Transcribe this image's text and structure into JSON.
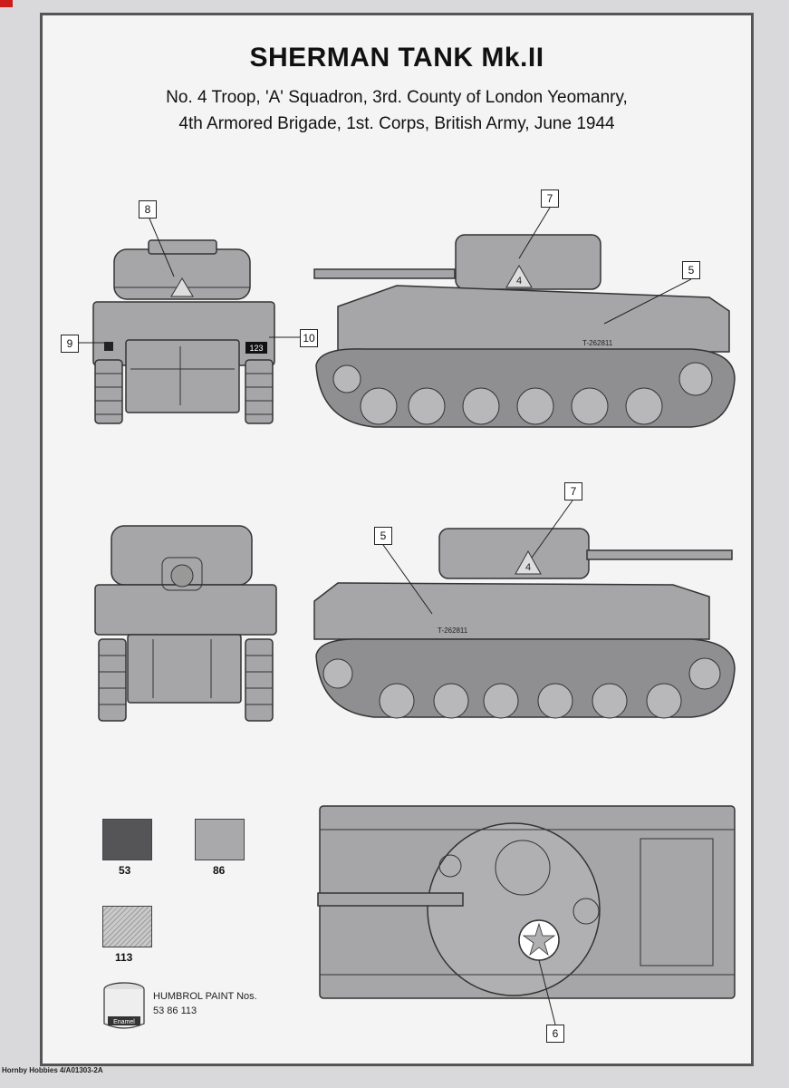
{
  "header": {
    "title": "SHERMAN TANK Mk.II",
    "subtitle_line1": "No. 4 Troop, 'A' Squadron, 3rd. County of London Yeomanry,",
    "subtitle_line2": "4th Armored Brigade, 1st. Corps, British Army, June 1944"
  },
  "callouts": {
    "front_turret_decal": "8",
    "front_left_decal": "9",
    "front_right_decal": "10",
    "side1_turret_decal": "7",
    "side1_hull_decal": "5",
    "side2_turret_decal": "7",
    "side2_hull_decal": "5",
    "top_star_decal": "6"
  },
  "markings": {
    "serial": "T-262811",
    "front_plate": "123",
    "turret_number": "4"
  },
  "paints": {
    "swatches": [
      {
        "number": "53",
        "color": "#555557"
      },
      {
        "number": "86",
        "color": "#a9a9ab"
      },
      {
        "number": "113",
        "color": "#c9c9c9"
      }
    ],
    "caption": "HUMBROL PAINT Nos.",
    "numbers": "53 86 113",
    "tin_label": "Enamel"
  },
  "footer": {
    "text": "Hornby Hobbies 4/A01303-2A"
  }
}
